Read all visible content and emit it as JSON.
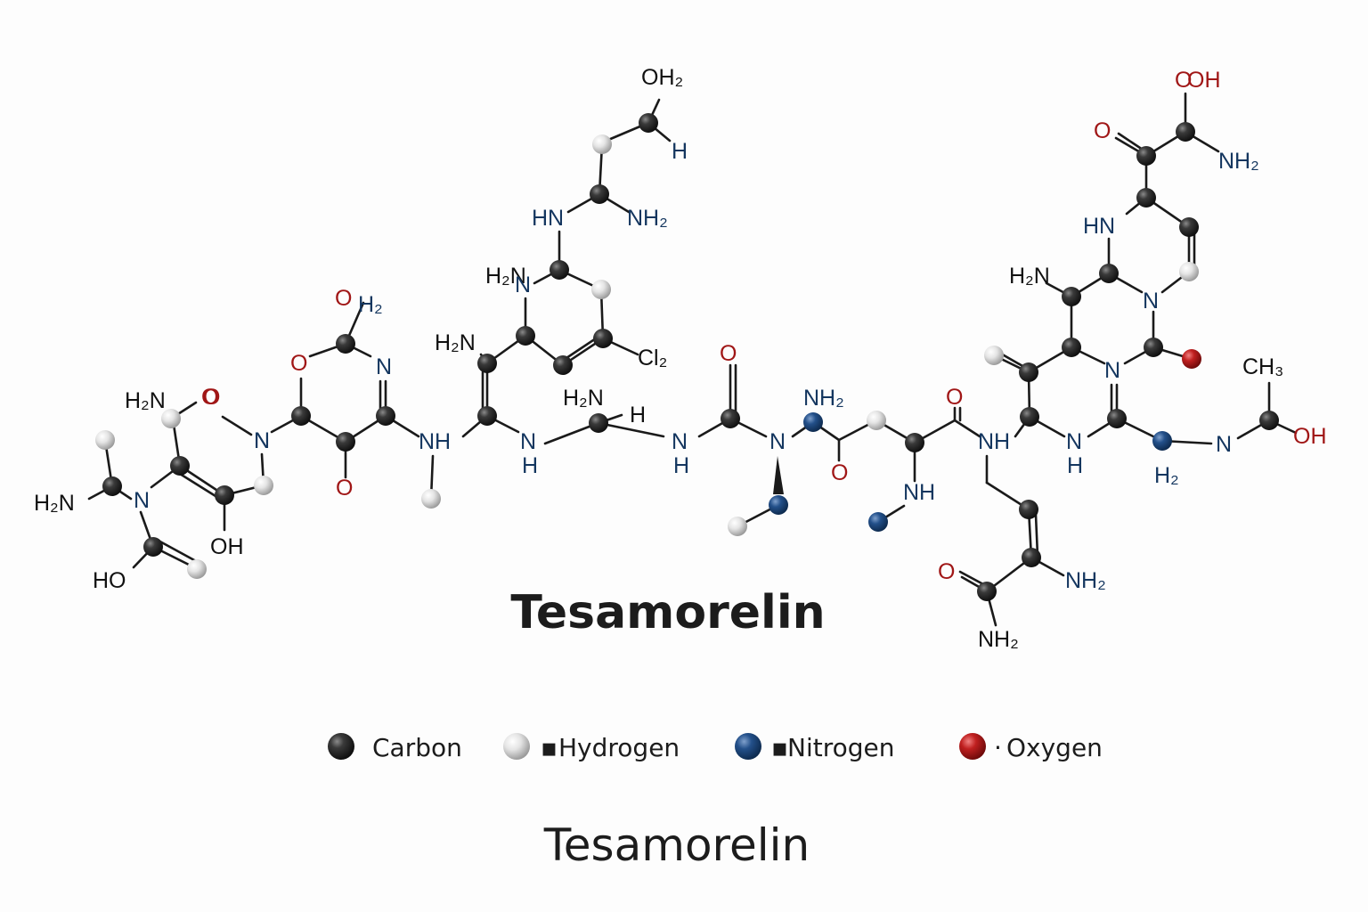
{
  "title": "Tesamorelin",
  "caption": "Tesamorelin",
  "colors": {
    "carbon": "#2b2b2b",
    "hydrogen": "#e2e2e2",
    "nitrogen": "#1f4a80",
    "oxygen": "#b01c1c",
    "label_black": "#111111",
    "label_blue": "#14365f",
    "label_red": "#a01616"
  },
  "legend": [
    {
      "element": "carbon",
      "label": "Carbon",
      "marker": ""
    },
    {
      "element": "hydrogen",
      "label": "Hydrogen",
      "marker": "▪"
    },
    {
      "element": "nitrogen",
      "label": "Nitrogen",
      "marker": "▪"
    },
    {
      "element": "oxygen",
      "label": "Oxygen",
      "marker": "·"
    }
  ],
  "atom_labels": [
    {
      "id": "l1",
      "text": "OH₂",
      "color": "black"
    },
    {
      "id": "l2",
      "text": "H",
      "color": "blue"
    },
    {
      "id": "l3",
      "text": "HN",
      "color": "blue"
    },
    {
      "id": "l4",
      "text": "NH₂",
      "color": "blue"
    },
    {
      "id": "l5",
      "text": "H₂N",
      "color": "black"
    },
    {
      "id": "l6",
      "text": "O",
      "color": "red"
    },
    {
      "id": "l7",
      "text": "H₂",
      "color": "blue"
    },
    {
      "id": "l8",
      "text": "Cl₂",
      "color": "black"
    },
    {
      "id": "l9",
      "text": "O",
      "color": "red"
    },
    {
      "id": "l10",
      "text": "N",
      "color": "blue"
    },
    {
      "id": "l11",
      "text": "H₂N",
      "color": "black"
    },
    {
      "id": "l12",
      "text": "H₂N",
      "color": "black"
    },
    {
      "id": "l13",
      "text": "H",
      "color": "black"
    },
    {
      "id": "l14",
      "text": "O",
      "color": "red"
    },
    {
      "id": "l15",
      "text": "N",
      "color": "blue"
    },
    {
      "id": "l16",
      "text": "O",
      "color": "red"
    },
    {
      "id": "l17",
      "text": "NH",
      "color": "blue"
    },
    {
      "id": "l18",
      "text": "N",
      "color": "blue"
    },
    {
      "id": "l19",
      "text": "H",
      "color": "blue"
    },
    {
      "id": "l20",
      "text": "N",
      "color": "blue"
    },
    {
      "id": "l21",
      "text": "H",
      "color": "blue"
    },
    {
      "id": "l22",
      "text": "O",
      "color": "red"
    },
    {
      "id": "l23",
      "text": "NH₂",
      "color": "blue"
    },
    {
      "id": "l24",
      "text": "N",
      "color": "blue"
    },
    {
      "id": "l25",
      "text": "O",
      "color": "red"
    },
    {
      "id": "l26",
      "text": "O",
      "color": "red"
    },
    {
      "id": "l27",
      "text": "NH",
      "color": "blue"
    },
    {
      "id": "l28",
      "text": "O",
      "color": "red"
    },
    {
      "id": "l29",
      "text": "NH",
      "color": "blue"
    },
    {
      "id": "l30",
      "text": "O",
      "color": "red"
    },
    {
      "id": "l31",
      "text": "NH₂",
      "color": "blue"
    },
    {
      "id": "l32",
      "text": "NH₂",
      "color": "black"
    },
    {
      "id": "l33",
      "text": "N",
      "color": "blue"
    },
    {
      "id": "l34",
      "text": "H",
      "color": "blue"
    },
    {
      "id": "l35",
      "text": "H₂",
      "color": "blue"
    },
    {
      "id": "l36",
      "text": "N",
      "color": "blue"
    },
    {
      "id": "l37",
      "text": "CH₃",
      "color": "black"
    },
    {
      "id": "l38",
      "text": "OH",
      "color": "red"
    },
    {
      "id": "l39",
      "text": "H₂N",
      "color": "black"
    },
    {
      "id": "l40",
      "text": "N",
      "color": "blue"
    },
    {
      "id": "l41",
      "text": "N",
      "color": "blue"
    },
    {
      "id": "l42",
      "text": "HN",
      "color": "blue"
    },
    {
      "id": "l43",
      "text": "O",
      "color": "red"
    },
    {
      "id": "l44",
      "text": "OH",
      "color": "red"
    },
    {
      "id": "l45",
      "text": "NH₂",
      "color": "blue"
    },
    {
      "id": "l46",
      "text": "H₂N",
      "color": "black"
    },
    {
      "id": "l47",
      "text": "O",
      "color": "red"
    },
    {
      "id": "l48",
      "text": "N",
      "color": "blue"
    },
    {
      "id": "l49",
      "text": "H₂N",
      "color": "black"
    },
    {
      "id": "l50",
      "text": "N",
      "color": "blue"
    },
    {
      "id": "l51",
      "text": "OH",
      "color": "black"
    },
    {
      "id": "l52",
      "text": "HO",
      "color": "black"
    },
    {
      "id": "l53",
      "text": "N",
      "color": "blue"
    }
  ]
}
